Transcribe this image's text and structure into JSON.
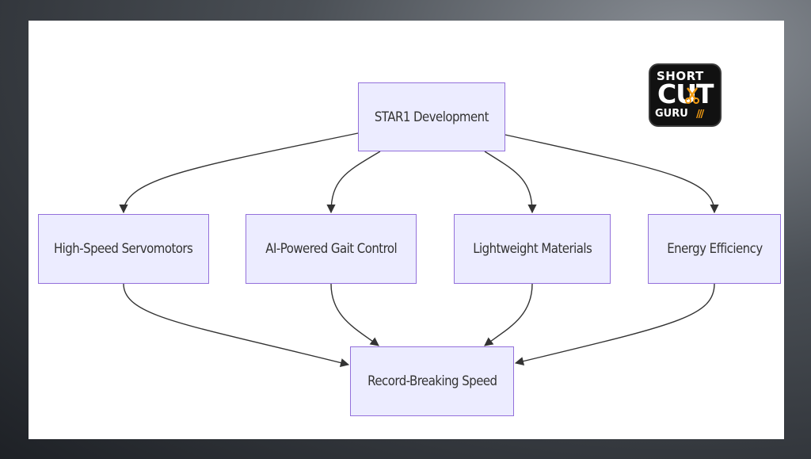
{
  "diagram": {
    "type": "flowchart",
    "nodes": {
      "root": "STAR1 Development",
      "servo": "High-Speed Servomotors",
      "ai": "AI-Powered Gait Control",
      "light": "Lightweight Materials",
      "energy": "Energy Efficiency",
      "record": "Record-Breaking Speed"
    },
    "edges": [
      [
        "root",
        "servo"
      ],
      [
        "root",
        "ai"
      ],
      [
        "root",
        "light"
      ],
      [
        "root",
        "energy"
      ],
      [
        "servo",
        "record"
      ],
      [
        "ai",
        "record"
      ],
      [
        "light",
        "record"
      ],
      [
        "energy",
        "record"
      ]
    ],
    "colors": {
      "node_fill": "#ececff",
      "node_border": "#9370db",
      "edge": "#333333"
    }
  },
  "logo": {
    "line1": "SHORT",
    "line2": "CUT",
    "line3": "GURU",
    "accent": "#f39c12",
    "icon": "scissors-icon"
  }
}
